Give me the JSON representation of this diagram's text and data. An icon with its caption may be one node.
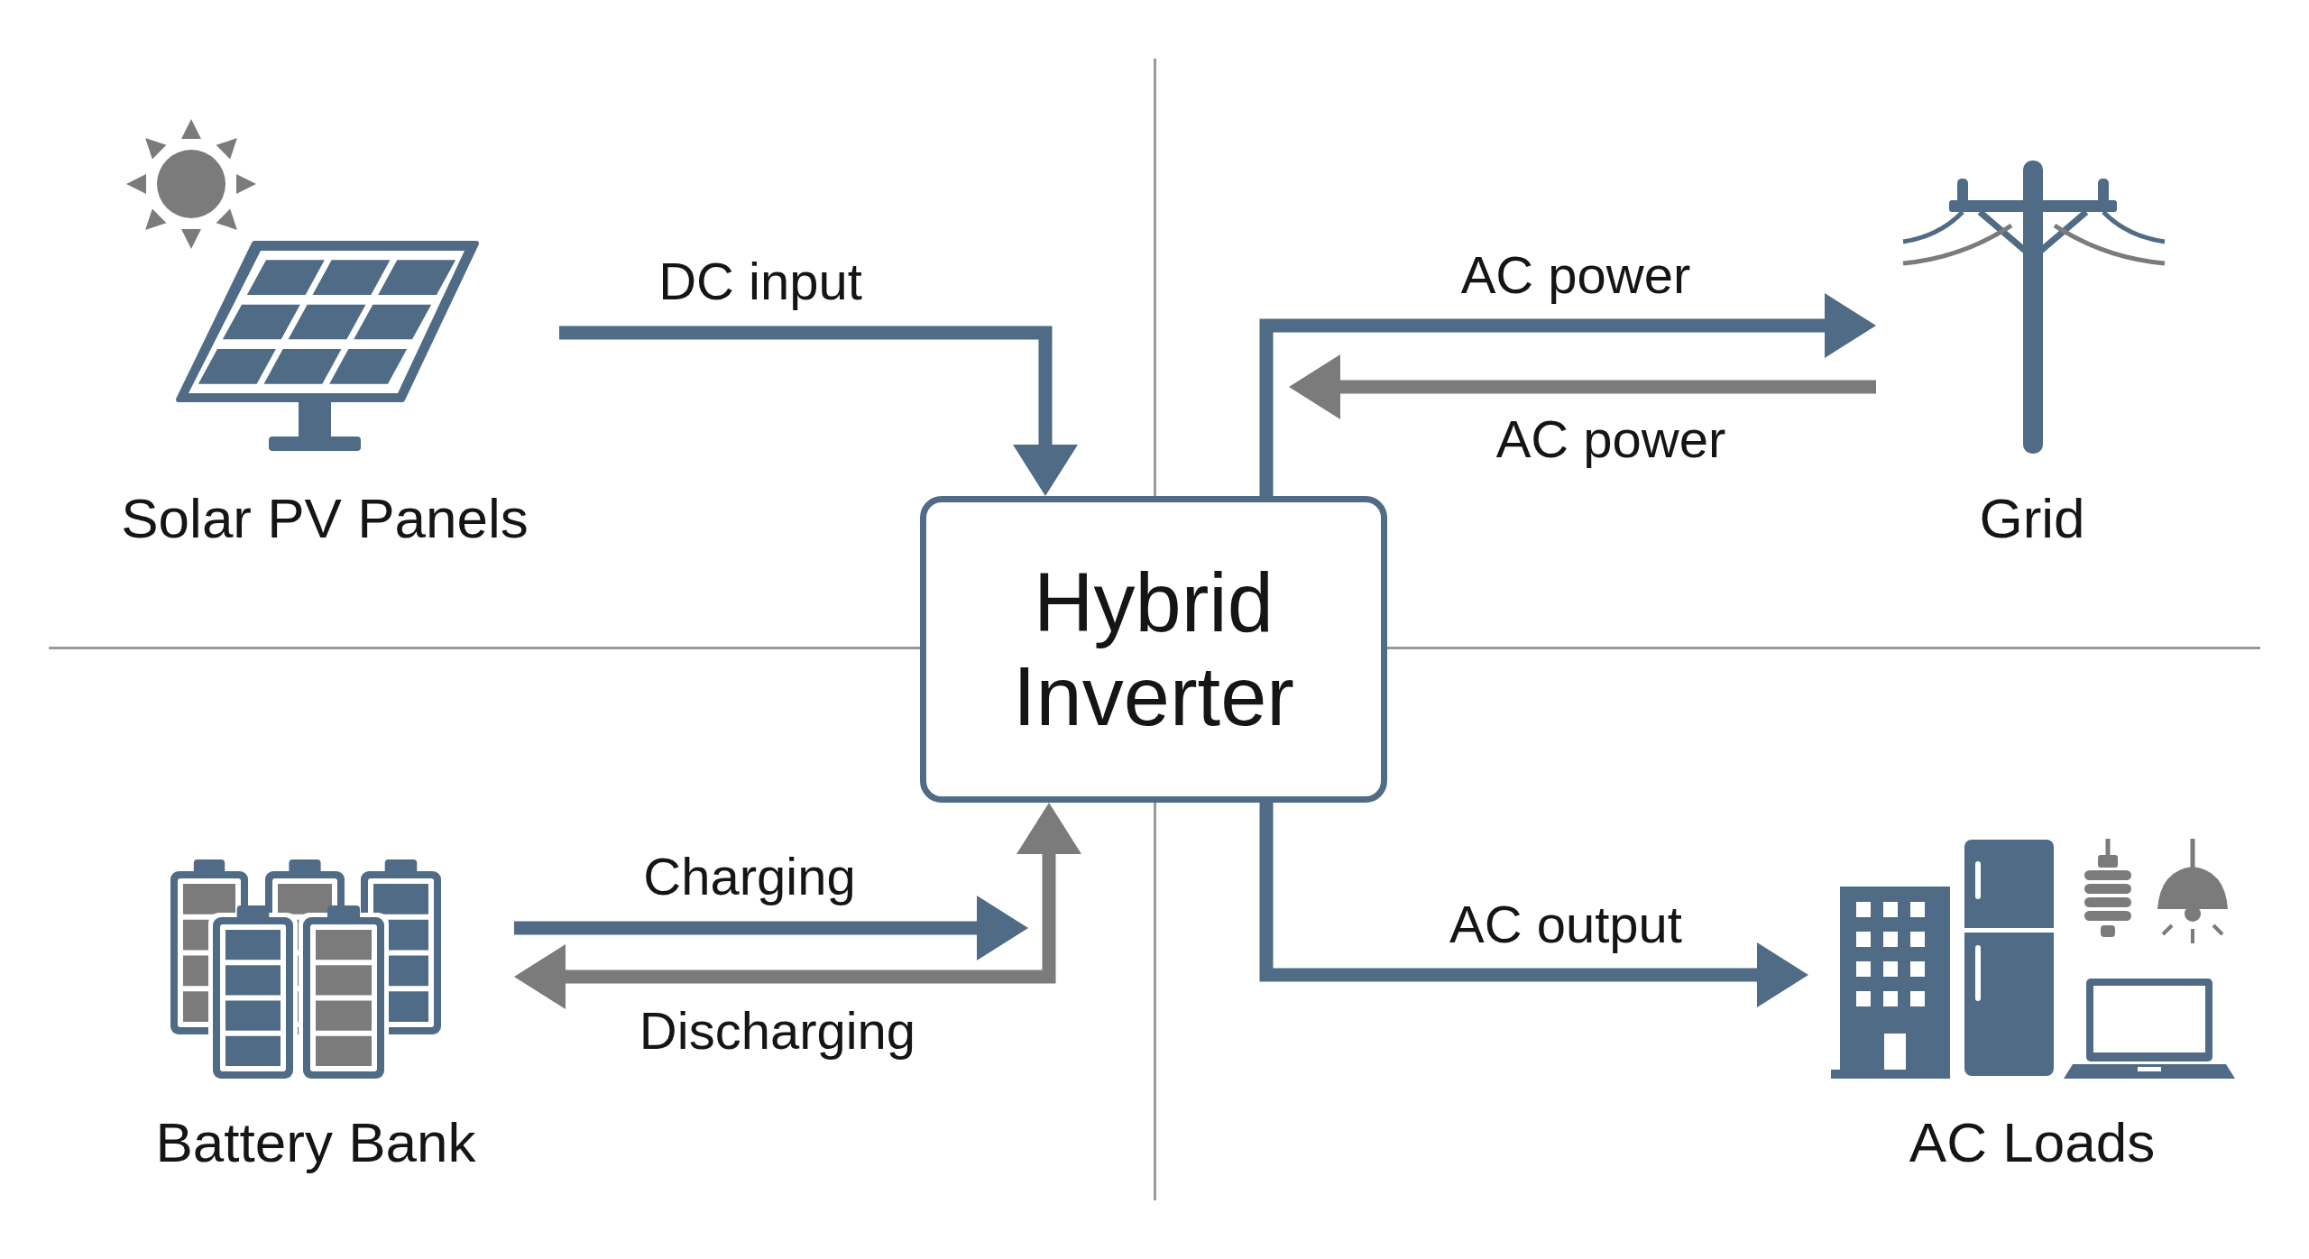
{
  "diagram": {
    "nodes": [
      {
        "text": [
          "Solar PV Panels"
        ]
      },
      {
        "text": [
          "Hybrid Inverter"
        ]
      },
      {
        "text": [
          "Grid"
        ]
      },
      {
        "text": [
          "Battery Bank"
        ]
      },
      {
        "text": [
          "AC Loads"
        ]
      }
    ],
    "edges": [
      {
        "from": 0,
        "to": 1,
        "arrow": "to",
        "label": "DC input"
      },
      {
        "from": 1,
        "to": 2,
        "arrow": "to",
        "label": "AC power"
      },
      {
        "from": 2,
        "to": 1,
        "arrow": "to",
        "label": "AC power",
        "color": "#7b7b7b"
      },
      {
        "from": 3,
        "to": 1,
        "arrow": "to",
        "label": "Charging"
      },
      {
        "from": 1,
        "to": 3,
        "arrow": "both",
        "label": "Discharging",
        "color": "#7b7b7b"
      },
      {
        "from": 1,
        "to": 4,
        "arrow": "to",
        "label": "AC output"
      }
    ]
  }
}
